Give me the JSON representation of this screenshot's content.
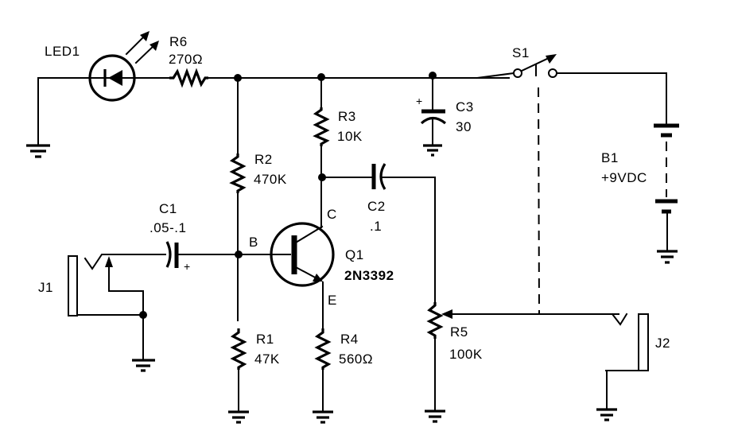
{
  "schematic": {
    "title": "",
    "components": {
      "led1": {
        "ref": "LED1"
      },
      "r6": {
        "ref": "R6",
        "value": "270Ω"
      },
      "r2": {
        "ref": "R2",
        "value": "470K"
      },
      "r3": {
        "ref": "R3",
        "value": "10K"
      },
      "c3": {
        "ref": "C3",
        "value": "30",
        "polarity": "+"
      },
      "s1": {
        "ref": "S1"
      },
      "b1": {
        "ref": "B1",
        "value": "+9VDC"
      },
      "c1": {
        "ref": "C1",
        "value": ".05-.1",
        "polarity": "+"
      },
      "c2": {
        "ref": "C2",
        "value": ".1"
      },
      "q1": {
        "ref": "Q1",
        "value": "2N3392",
        "pin_b": "B",
        "pin_c": "C",
        "pin_e": "E"
      },
      "r1": {
        "ref": "R1",
        "value": "47K"
      },
      "r4": {
        "ref": "R4",
        "value": "560Ω"
      },
      "r5": {
        "ref": "R5",
        "value": "100K"
      },
      "j1": {
        "ref": "J1"
      },
      "j2": {
        "ref": "J2"
      }
    }
  }
}
